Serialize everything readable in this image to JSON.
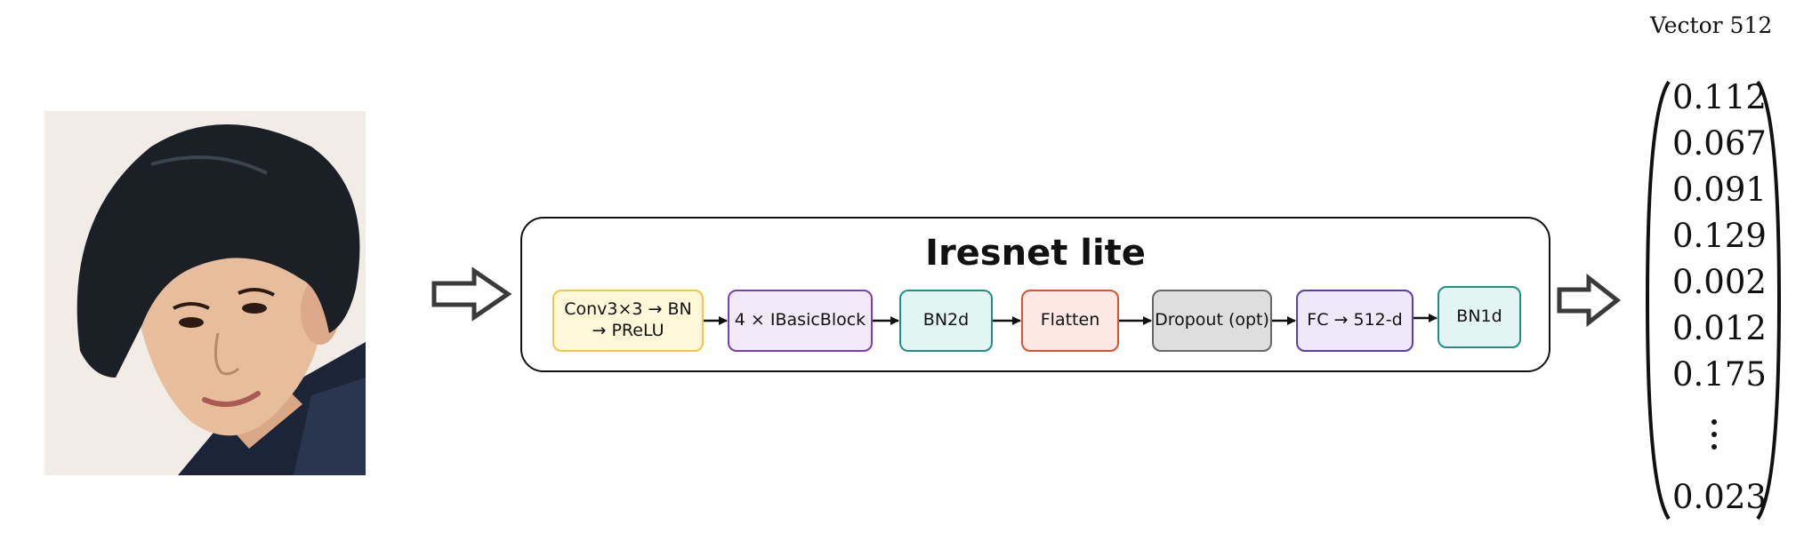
{
  "network": {
    "title": "Iresnet lite",
    "blocks": [
      {
        "line1": "Conv3×3 → BN",
        "line2": "→ PReLU"
      },
      {
        "label": "4 × IBasicBlock"
      },
      {
        "label": "BN2d"
      },
      {
        "label": "Flatten"
      },
      {
        "label": "Dropout (opt)"
      },
      {
        "label": "FC → 512-d"
      },
      {
        "label": "BN1d"
      }
    ],
    "colors": {
      "conv_fill": "#fef7d8",
      "conv_border": "#f2c54b",
      "block_fill": "#f1e8f8",
      "block_border": "#7a3fa8",
      "bn_fill": "#e3f5f3",
      "bn_border": "#1f8f86",
      "flatten_fill": "#fde8e4",
      "flatten_border": "#d9532f",
      "dropout_fill": "#dedede",
      "dropout_border": "#666666",
      "fc_fill": "#eee8fa",
      "fc_border": "#5a3fa8"
    }
  },
  "output": {
    "title": "Vector 512",
    "values": [
      "0.112",
      "0.067",
      "0.091",
      "0.129",
      "0.002",
      "0.012",
      "0.175"
    ],
    "last_value": "0.023",
    "ellipsis": "vertical-dots"
  },
  "icons": {
    "input_arrow": "hollow-right-arrow-icon",
    "output_arrow": "hollow-right-arrow-icon",
    "connector": "right-arrow-icon"
  }
}
